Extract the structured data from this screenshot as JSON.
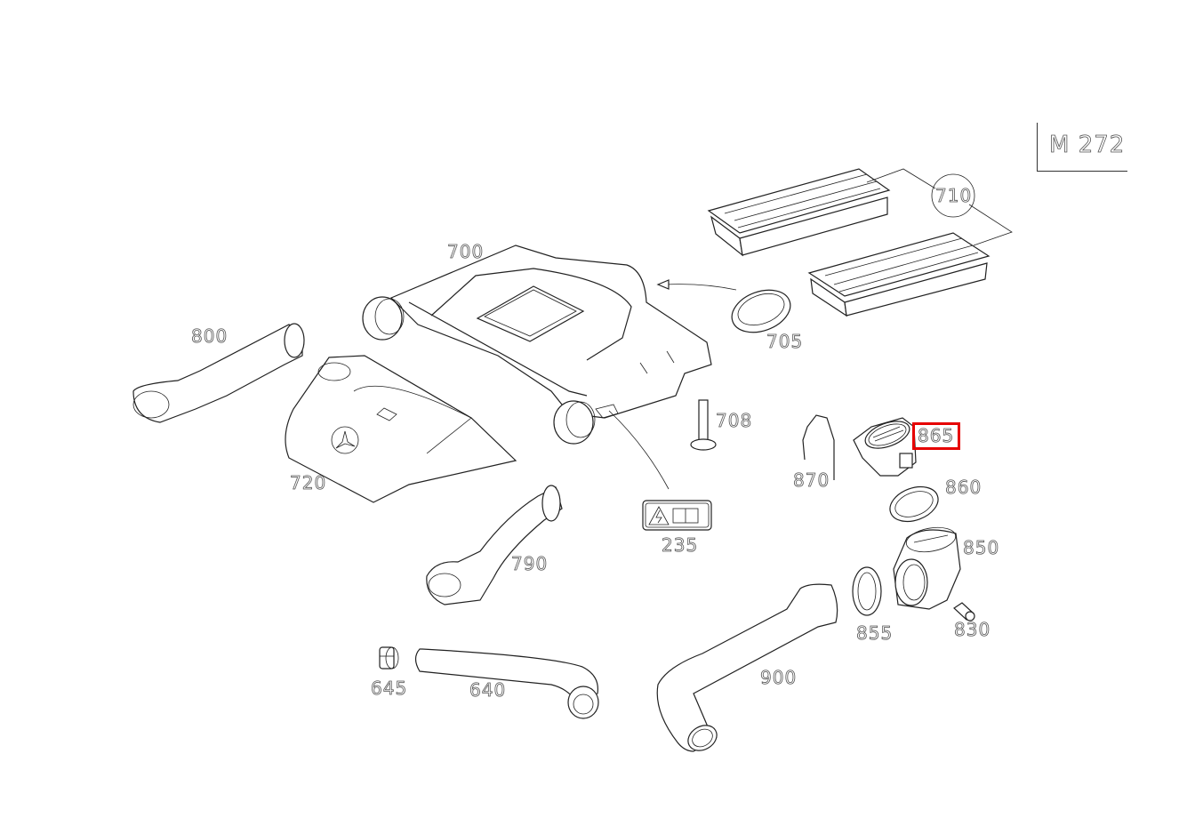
{
  "diagram": {
    "engine_code": "M 272",
    "highlight_color": "#e60000",
    "highlighted_part": "865",
    "parts": [
      {
        "id": "700",
        "label": "700",
        "name": "air-filter-housing"
      },
      {
        "id": "705",
        "label": "705",
        "name": "seal-ring"
      },
      {
        "id": "708",
        "label": "708",
        "name": "bolt"
      },
      {
        "id": "710",
        "label": "710",
        "name": "air-filter-element"
      },
      {
        "id": "720",
        "label": "720",
        "name": "engine-cover"
      },
      {
        "id": "800",
        "label": "800",
        "name": "intake-duct"
      },
      {
        "id": "790",
        "label": "790",
        "name": "intake-duct"
      },
      {
        "id": "235",
        "label": "235",
        "name": "warning-label"
      },
      {
        "id": "870",
        "label": "870",
        "name": "retaining-clip"
      },
      {
        "id": "865",
        "label": "865",
        "name": "air-mass-sensor"
      },
      {
        "id": "860",
        "label": "860",
        "name": "seal-ring"
      },
      {
        "id": "850",
        "label": "850",
        "name": "throttle-housing"
      },
      {
        "id": "855",
        "label": "855",
        "name": "seal-ring"
      },
      {
        "id": "830",
        "label": "830",
        "name": "spacer"
      },
      {
        "id": "900",
        "label": "900",
        "name": "intake-hose"
      },
      {
        "id": "645",
        "label": "645",
        "name": "hose-clamp"
      },
      {
        "id": "640",
        "label": "640",
        "name": "vent-hose"
      }
    ]
  }
}
